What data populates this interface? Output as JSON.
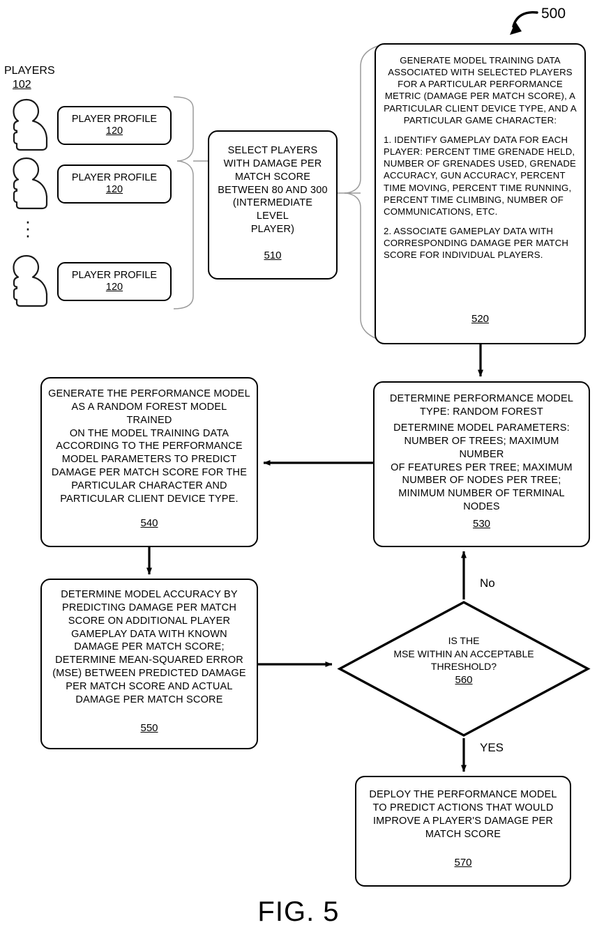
{
  "figure": {
    "caption": "FIG. 5",
    "reference_numeral": "500"
  },
  "players_group": {
    "label": "PLAYERS",
    "ref": "102",
    "icon": "person-icon",
    "ellipsis": "⋮",
    "profiles": [
      {
        "title": "PLAYER PROFILE",
        "ref": "120"
      },
      {
        "title": "PLAYER PROFILE",
        "ref": "120"
      },
      {
        "title": "PLAYER PROFILE",
        "ref": "120"
      }
    ]
  },
  "steps": {
    "s510": {
      "text": "SELECT PLAYERS\nWITH DAMAGE PER\nMATCH SCORE\nBETWEEN 80 AND 300\n(INTERMEDIATE LEVEL\nPLAYER)",
      "ref": "510"
    },
    "s520": {
      "heading": "GENERATE MODEL TRAINING DATA\nASSOCIATED WITH SELECTED PLAYERS\nFOR A PARTICULAR PERFORMANCE\nMETRIC (DAMAGE PER MATCH SCORE), A\nPARTICULAR CLIENT DEVICE TYPE, AND A\nPARTICULAR GAME CHARACTER:",
      "item_1": "1. IDENTIFY GAMEPLAY DATA FOR EACH PLAYER: PERCENT TIME GRENADE HELD, NUMBER OF GRENADES USED, GRENADE ACCURACY, GUN ACCURACY, PERCENT TIME MOVING, PERCENT TIME RUNNING, PERCENT TIME CLIMBING, NUMBER OF COMMUNICATIONS, ETC.",
      "item_2": "2. ASSOCIATE GAMEPLAY DATA WITH CORRESPONDING DAMAGE PER MATCH SCORE FOR INDIVIDUAL PLAYERS.",
      "ref": "520"
    },
    "s530": {
      "part_1": "DETERMINE PERFORMANCE MODEL\nTYPE: RANDOM FOREST",
      "part_2": "DETERMINE MODEL PARAMETERS:\nNUMBER OF TREES; MAXIMUM NUMBER\nOF FEATURES PER TREE; MAXIMUM\nNUMBER OF NODES PER TREE;\nMINIMUM NUMBER OF TERMINAL NODES",
      "ref": "530"
    },
    "s540": {
      "text": "GENERATE THE PERFORMANCE MODEL\nAS A RANDOM FOREST MODEL TRAINED\nON THE MODEL TRAINING DATA\nACCORDING TO THE PERFORMANCE\nMODEL PARAMETERS TO PREDICT\nDAMAGE PER MATCH SCORE FOR THE\nPARTICULAR CHARACTER AND\nPARTICULAR CLIENT DEVICE TYPE.",
      "ref": "540"
    },
    "s550": {
      "text": "DETERMINE MODEL ACCURACY BY\nPREDICTING DAMAGE PER MATCH\nSCORE ON ADDITIONAL PLAYER\nGAMEPLAY DATA WITH KNOWN\nDAMAGE PER MATCH SCORE;\nDETERMINE MEAN-SQUARED ERROR\n(MSE) BETWEEN PREDICTED DAMAGE\nPER MATCH SCORE AND ACTUAL\nDAMAGE PER MATCH SCORE",
      "ref": "550"
    },
    "s560": {
      "text": "IS THE\nMSE WITHIN AN ACCEPTABLE\nTHRESHOLD?",
      "ref": "560"
    },
    "s570": {
      "text": "DEPLOY THE PERFORMANCE MODEL\nTO PREDICT ACTIONS THAT WOULD\nIMPROVE A PLAYER'S DAMAGE PER\nMATCH SCORE",
      "ref": "570"
    }
  },
  "edges": {
    "no_label": "No",
    "yes_label": "YES"
  },
  "colors": {
    "stroke": "#000000",
    "background": "#ffffff",
    "thin_stroke": "#8a8a8a"
  }
}
